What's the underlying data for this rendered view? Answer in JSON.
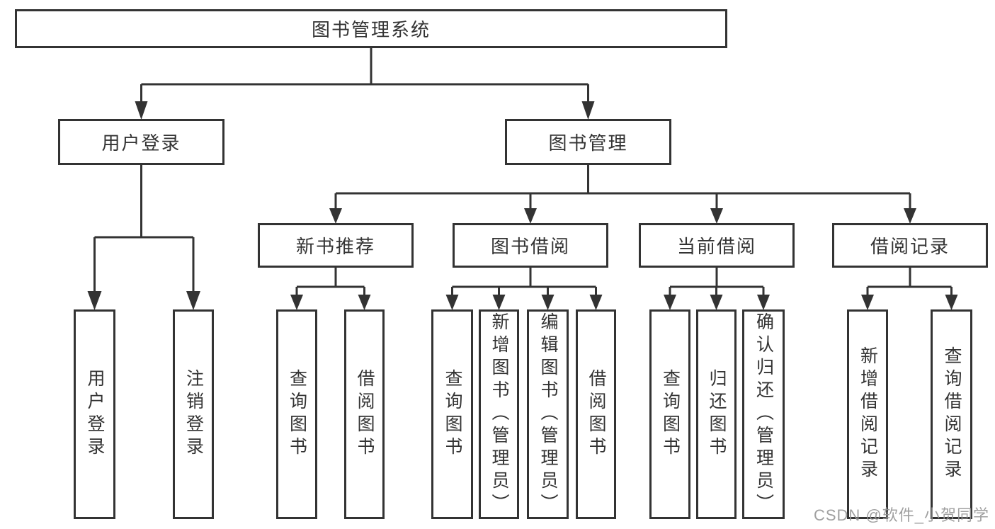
{
  "tree": {
    "label": "图书管理系统",
    "children": [
      {
        "label": "用户登录",
        "children": [
          {
            "label": "用户登录"
          },
          {
            "label": "注销登录"
          }
        ]
      },
      {
        "label": "图书管理",
        "children": [
          {
            "label": "新书推荐",
            "children": [
              {
                "label": "查询图书"
              },
              {
                "label": "借阅图书"
              }
            ]
          },
          {
            "label": "图书借阅",
            "children": [
              {
                "label": "查询图书"
              },
              {
                "label": "新增图书（管理员）"
              },
              {
                "label": "编辑图书（管理员）"
              },
              {
                "label": "借阅图书"
              }
            ]
          },
          {
            "label": "当前借阅",
            "children": [
              {
                "label": "查询图书"
              },
              {
                "label": "归还图书"
              },
              {
                "label": "确认归还（管理员）"
              }
            ]
          },
          {
            "label": "借阅记录",
            "children": [
              {
                "label": "新增借阅记录"
              },
              {
                "label": "查询借阅记录"
              }
            ]
          }
        ]
      }
    ]
  },
  "watermark": {
    "text": "CSDN @软件_小贺同学"
  },
  "colors": {
    "line": "#333333",
    "box_border": "#333333",
    "text": "#333333",
    "background": "#ffffff",
    "watermark": "#969696"
  }
}
